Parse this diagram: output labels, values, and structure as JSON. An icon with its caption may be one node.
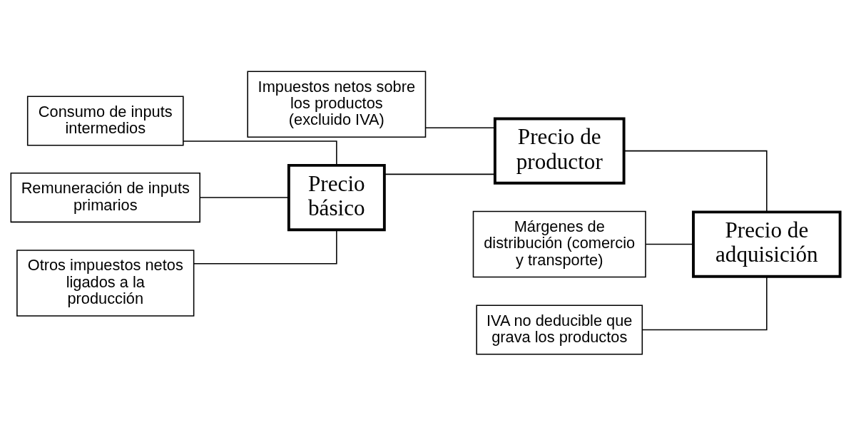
{
  "diagram": {
    "nodes": [
      {
        "text": [
          "Impuestos netos sobre los productos (excluido IVA)"
        ]
      },
      {
        "text": [
          "Consumo de inputs intermedios"
        ]
      },
      {
        "text": [
          "Precio de productor"
        ]
      },
      {
        "text": [
          "Remuneración de inputs primarios"
        ]
      },
      {
        "text": [
          "Precio básico"
        ]
      },
      {
        "text": [
          "Precio de adquisición"
        ]
      },
      {
        "text": [
          "Márgenes de distribución (comercio y transporte)"
        ]
      },
      {
        "text": [
          "Otros impuestos netos ligados a la producción"
        ]
      },
      {
        "text": [
          "IVA no deducible que grava los productos"
        ]
      }
    ],
    "edges": [
      {
        "from": 1,
        "to": 4,
        "arrow": "none"
      },
      {
        "from": 3,
        "to": 4,
        "arrow": "none"
      },
      {
        "from": 7,
        "to": 4,
        "arrow": "none"
      },
      {
        "from": 4,
        "to": 2,
        "arrow": "none"
      },
      {
        "from": 0,
        "to": 2,
        "arrow": "none"
      },
      {
        "from": 2,
        "to": 5,
        "arrow": "none"
      },
      {
        "from": 6,
        "to": 5,
        "arrow": "none"
      },
      {
        "from": 8,
        "to": 5,
        "arrow": "none"
      }
    ]
  }
}
